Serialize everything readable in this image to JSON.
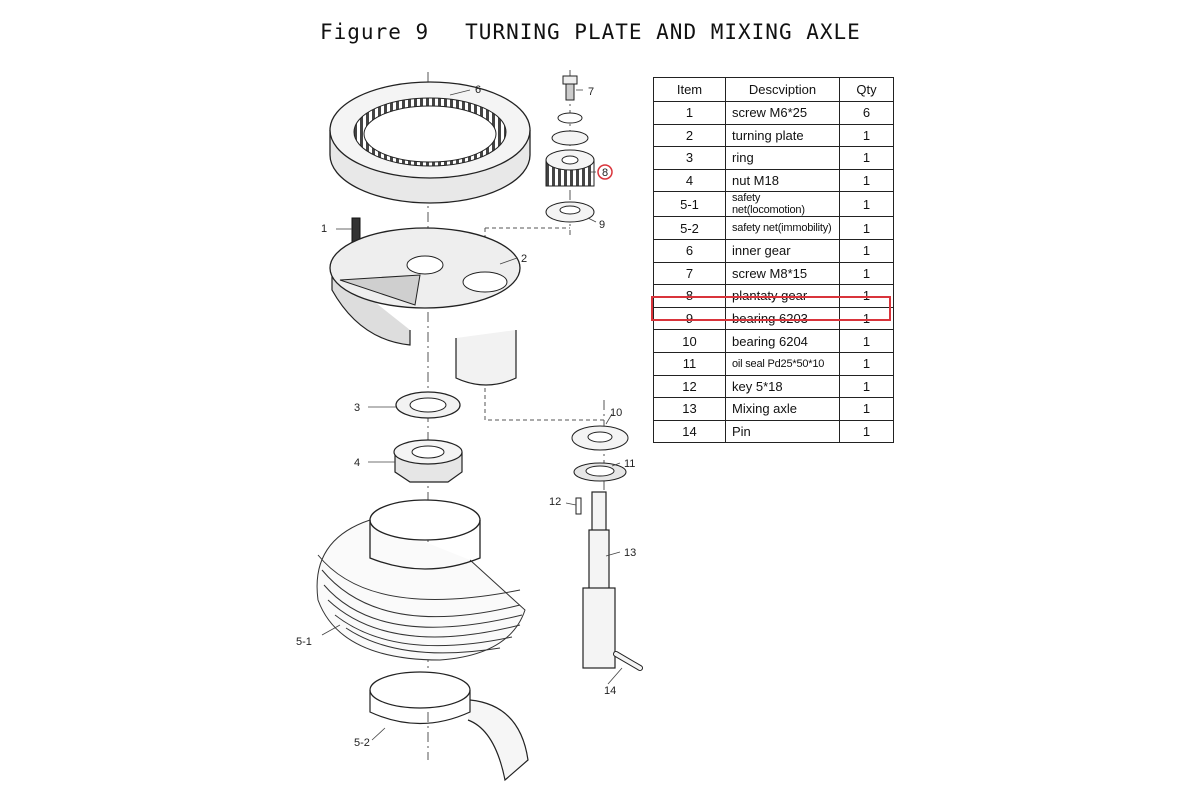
{
  "figure": {
    "number": "Figure 9",
    "title": "TURNING PLATE AND MIXING AXLE"
  },
  "table": {
    "headers": {
      "item": "Item",
      "description": "Descviption",
      "qty": "Qty"
    },
    "rows": [
      {
        "item": "1",
        "description": "screw M6*25",
        "qty": "6"
      },
      {
        "item": "2",
        "description": "turning plate",
        "qty": "1"
      },
      {
        "item": "3",
        "description": "ring",
        "qty": "1"
      },
      {
        "item": "4",
        "description": "nut M18",
        "qty": "1"
      },
      {
        "item": "5-1",
        "description": "safety net(locomotion)",
        "qty": "1"
      },
      {
        "item": "5-2",
        "description": "safety net(immobility)",
        "qty": "1"
      },
      {
        "item": "6",
        "description": "inner gear",
        "qty": "1"
      },
      {
        "item": "7",
        "description": "screw M8*15",
        "qty": "1"
      },
      {
        "item": "8",
        "description": "plantaty gear",
        "qty": "1"
      },
      {
        "item": "9",
        "description": "bearing 6203",
        "qty": "1"
      },
      {
        "item": "10",
        "description": "bearing 6204",
        "qty": "1"
      },
      {
        "item": "11",
        "description": "oil seal Pd25*50*10",
        "qty": "1"
      },
      {
        "item": "12",
        "description": "key 5*18",
        "qty": "1"
      },
      {
        "item": "13",
        "description": "Mixing axle",
        "qty": "1"
      },
      {
        "item": "14",
        "description": "Pin",
        "qty": "1"
      }
    ],
    "highlighted_item": "8",
    "highlight_color": "#d9343b"
  },
  "callouts": {
    "c1": "1",
    "c2": "2",
    "c3": "3",
    "c4": "4",
    "c5_1": "5-1",
    "c5_2": "5-2",
    "c6": "6",
    "c7": "7",
    "c8": "8",
    "c9": "9",
    "c10": "10",
    "c11": "11",
    "c12": "12",
    "c13": "13",
    "c14": "14"
  }
}
